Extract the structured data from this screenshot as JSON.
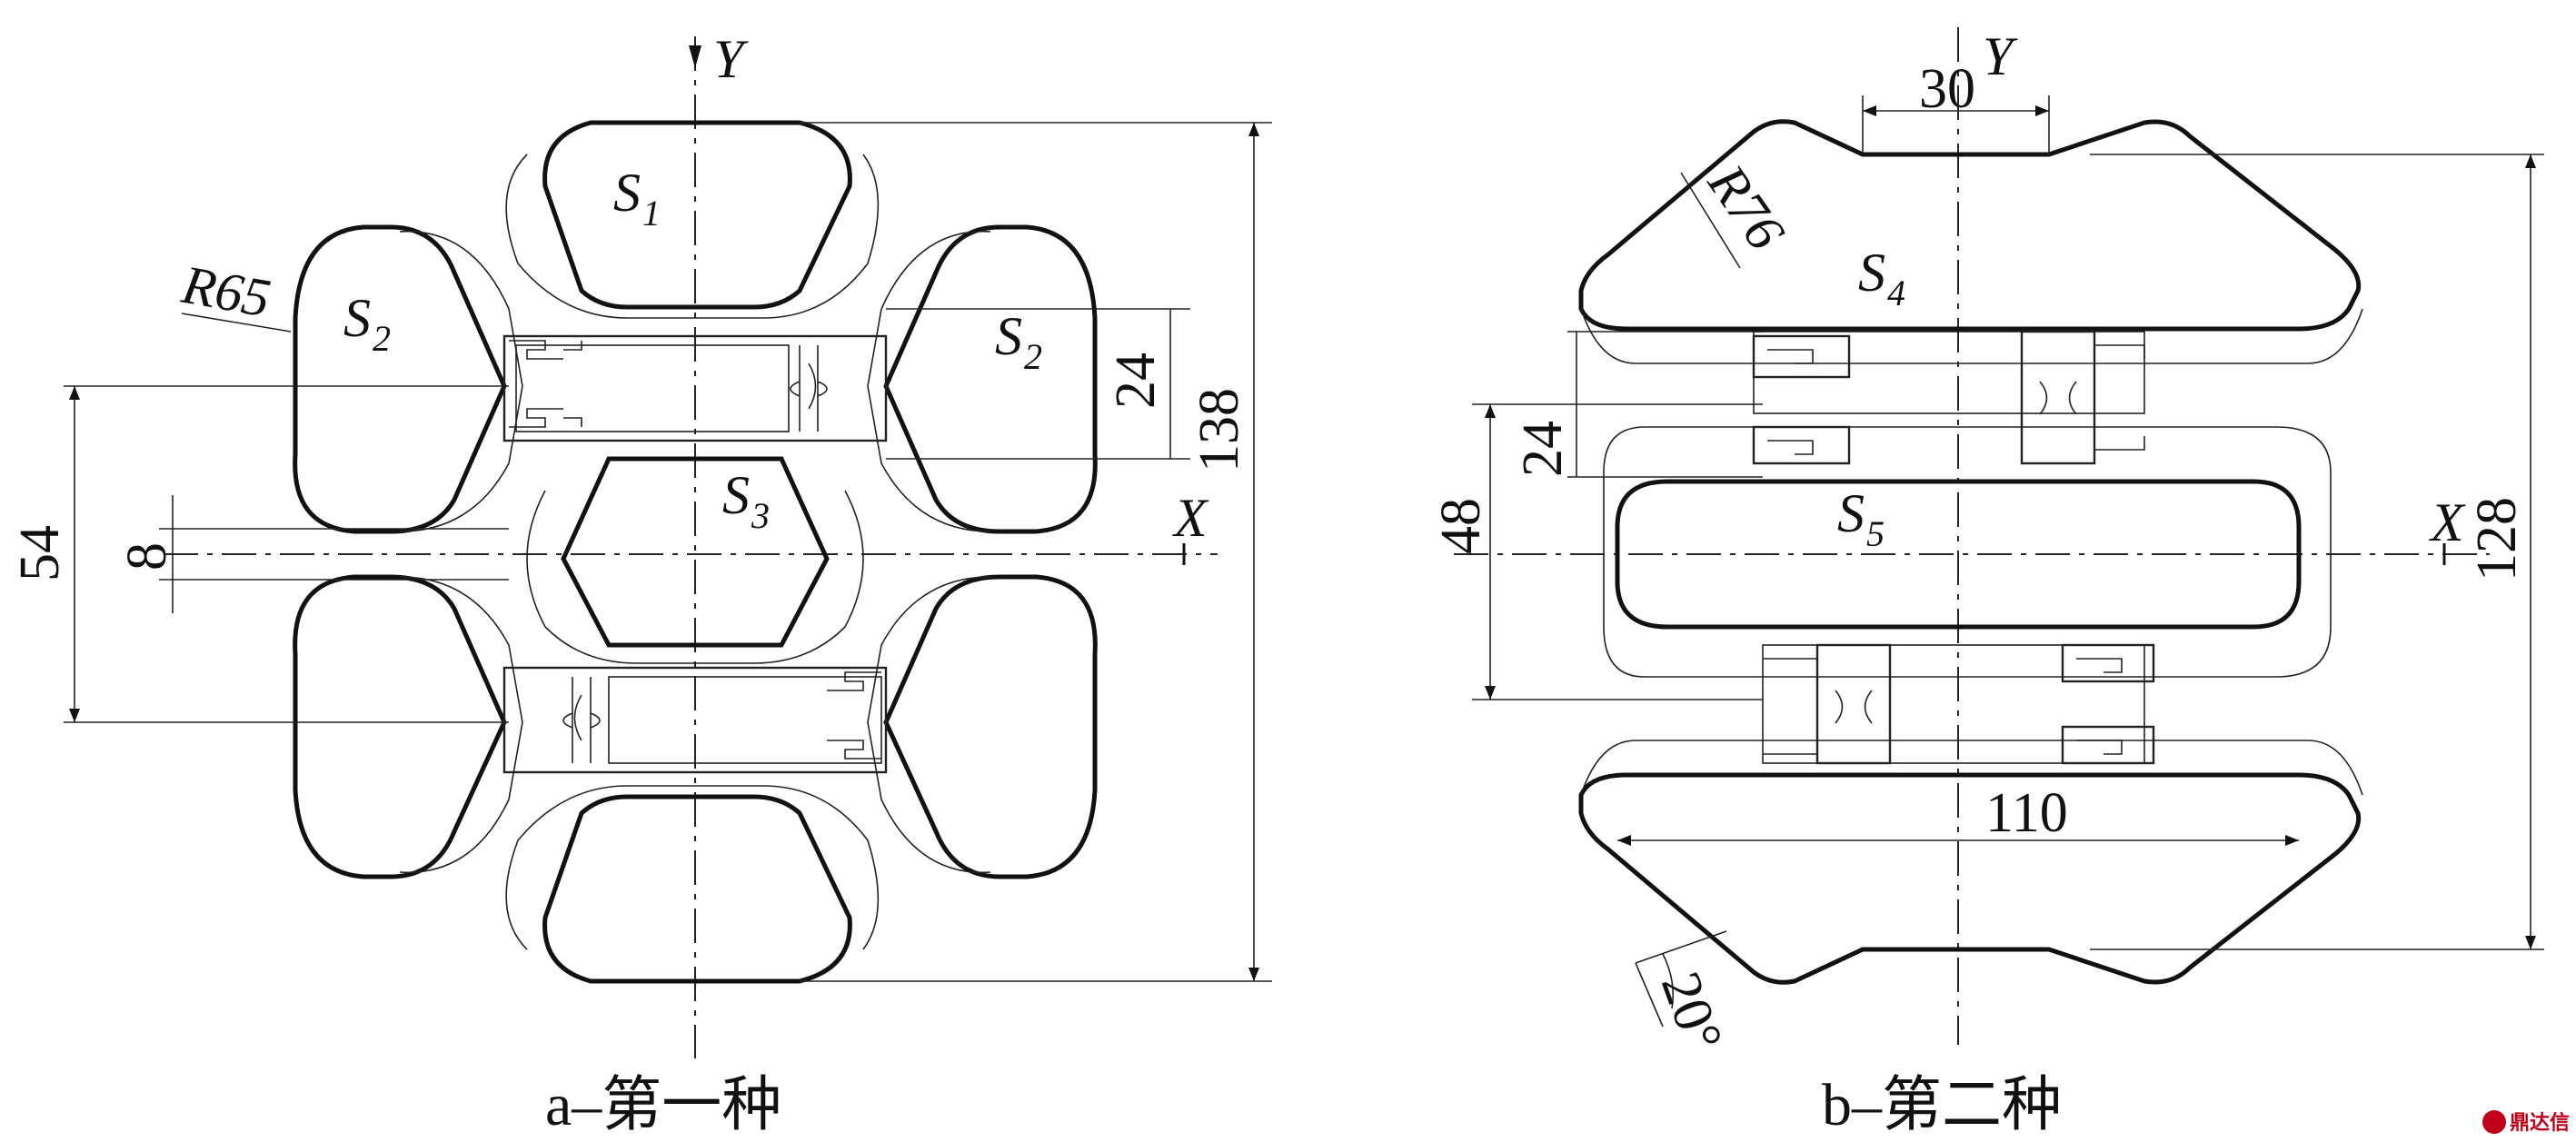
{
  "diagram_a": {
    "caption": "a–第一种",
    "axis_y": "Y",
    "axis_x": "X",
    "labels": [
      {
        "main": "S",
        "sub": "1"
      },
      {
        "main": "S",
        "sub": "2"
      },
      {
        "main": "S",
        "sub": "2"
      },
      {
        "main": "S",
        "sub": "3"
      }
    ],
    "radius": "R65",
    "dims": {
      "d24": "24",
      "d138": "138",
      "d54": "54",
      "d8": "8"
    }
  },
  "diagram_b": {
    "caption": "b–第二种",
    "axis_y": "Y",
    "axis_x": "X",
    "labels": [
      {
        "main": "S",
        "sub": "4"
      },
      {
        "main": "S",
        "sub": "5"
      }
    ],
    "radius": "R76",
    "dims": {
      "d30": "30",
      "d24": "24",
      "d48": "48",
      "d128": "128",
      "d110": "110",
      "angle": "20°"
    }
  },
  "watermark": "鼎达信"
}
